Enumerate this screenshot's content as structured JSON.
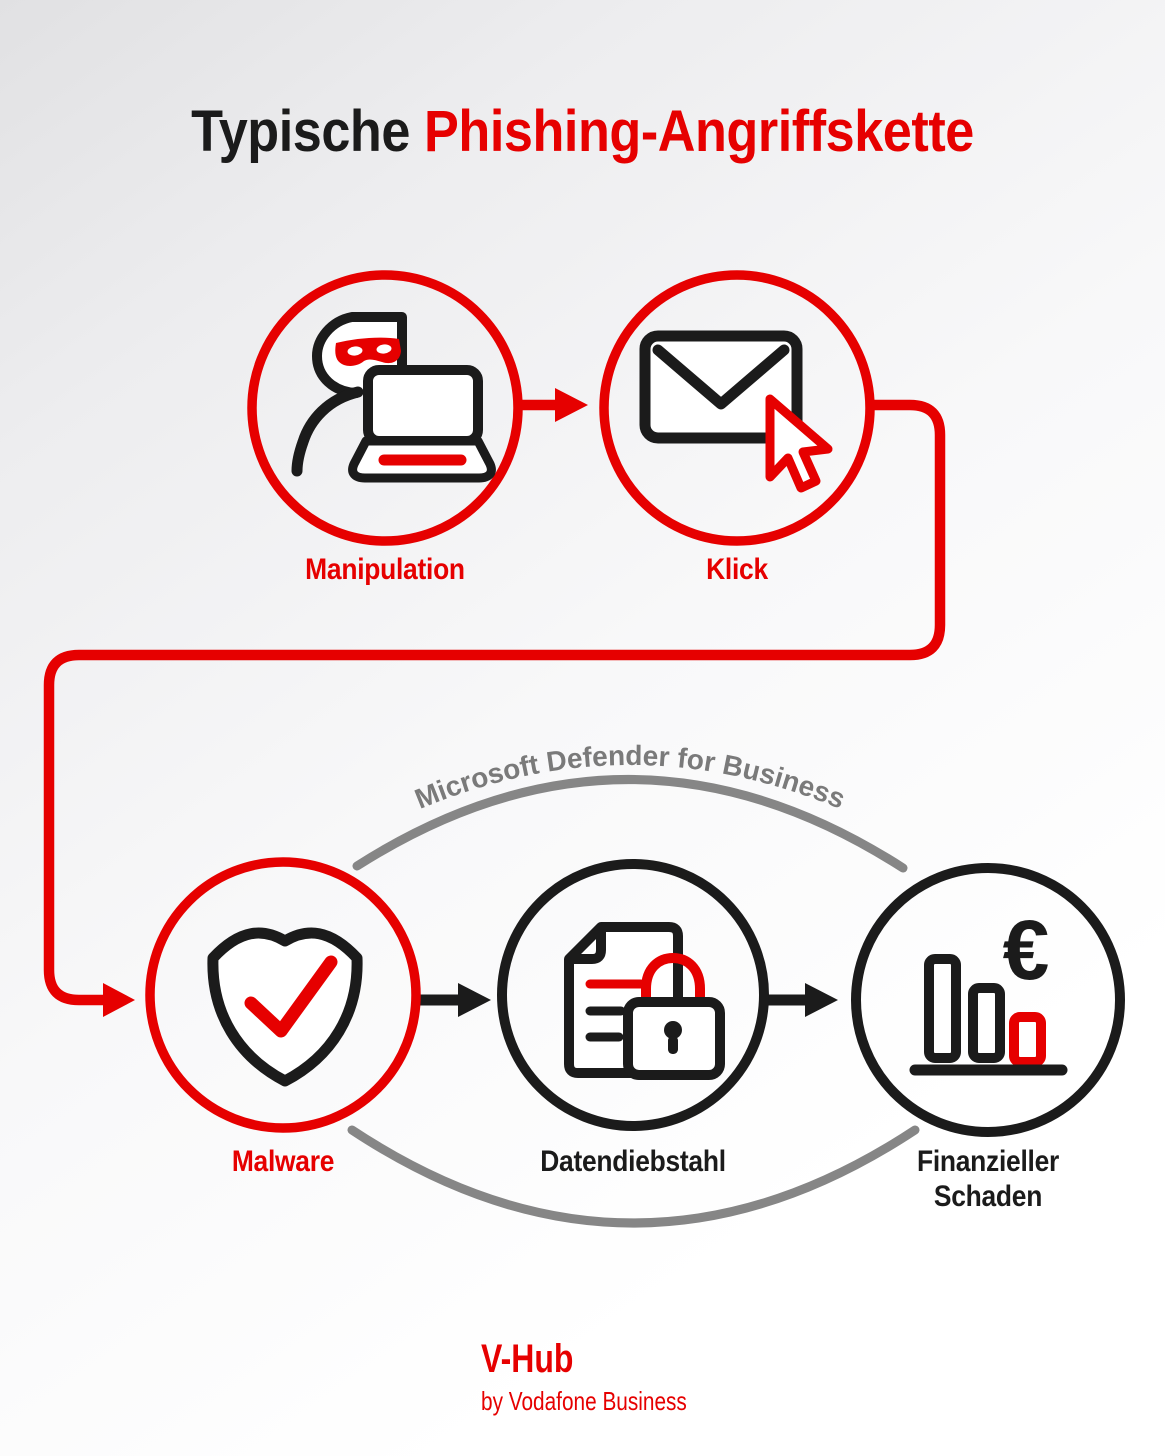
{
  "title": {
    "black_part": "Typische",
    "red_part": "Phishing-Angriffskette"
  },
  "chain": {
    "top_row": [
      {
        "label": "Manipulation",
        "icon": "masked-hacker-laptop-icon",
        "ring_color": "#e60000"
      },
      {
        "label": "Klick",
        "icon": "email-cursor-click-icon",
        "ring_color": "#e60000"
      }
    ],
    "bottom_row": [
      {
        "label": "Malware",
        "icon": "shield-checkmark-icon",
        "ring_color": "#e60000"
      },
      {
        "label": "Datendiebstahl",
        "icon": "document-padlock-icon",
        "ring_color": "#1b1b1b"
      },
      {
        "label": "Finanzieller Schaden",
        "icon": "declining-bars-euro-icon",
        "ring_color": "#1b1b1b"
      }
    ]
  },
  "protection_arc": {
    "label": "Microsoft Defender for Business"
  },
  "icons": {
    "euro_symbol": "€"
  },
  "footer": {
    "brand": "V-Hub",
    "byline": "by Vodafone Business"
  },
  "colors": {
    "vodafone_red": "#e60000",
    "ink_black": "#1b1b1b",
    "arc_gray": "#868686",
    "arc_text_gray": "#7a7a7a"
  }
}
